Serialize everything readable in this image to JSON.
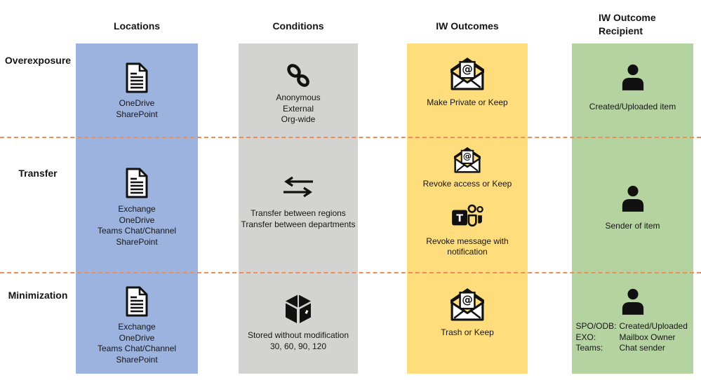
{
  "diagram": {
    "columns": {
      "locations": {
        "label": "Locations",
        "color": "#9DB3DF"
      },
      "conditions": {
        "label": "Conditions",
        "color": "#D3D3D2"
      },
      "iw_outcomes": {
        "label": "IW Outcomes",
        "color": "#FFDD7D"
      },
      "iw_outcome_recipient": {
        "label_line1": "IW Outcome",
        "label_line2": "Recipient",
        "color": "#B4D3A0"
      }
    },
    "rows": {
      "overexposure": {
        "label": "Overexposure"
      },
      "transfer": {
        "label": "Transfer"
      },
      "minimization": {
        "label": "Minimization"
      }
    },
    "divider_color": "#ED8E55",
    "cells": {
      "overexposure": {
        "locations": {
          "icon": "document-icon",
          "line1": "OneDrive",
          "line2": "SharePoint"
        },
        "conditions": {
          "icon": "link-icon",
          "line1": "Anonymous",
          "line2": "External",
          "line3": "Org-wide"
        },
        "outcomes": {
          "icon": "mail-at-icon",
          "label": "Make Private or Keep"
        },
        "recipient": {
          "icon": "person-icon",
          "label": "Created/Uploaded item"
        }
      },
      "transfer": {
        "locations": {
          "icon": "document-icon",
          "line1": "Exchange",
          "line2": "OneDrive",
          "line3": "Teams Chat/Channel",
          "line4": "SharePoint"
        },
        "conditions": {
          "icon": "transfer-arrows-icon",
          "line1": "Transfer between regions",
          "line2": "Transfer between departments"
        },
        "outcomes_a": {
          "icon": "mail-at-icon",
          "label": "Revoke access or Keep"
        },
        "outcomes_b": {
          "icon": "teams-icon",
          "line1": "Revoke message with",
          "line2": "notification"
        },
        "recipient": {
          "icon": "person-icon",
          "label": "Sender of item"
        }
      },
      "minimization": {
        "locations": {
          "icon": "document-icon",
          "line1": "Exchange",
          "line2": "OneDrive",
          "line3": "Teams Chat/Channel",
          "line4": "SharePoint"
        },
        "conditions": {
          "icon": "storage-box-icon",
          "line1": "Stored without modification",
          "line2": "30, 60, 90, 120"
        },
        "outcomes": {
          "icon": "mail-at-icon",
          "label": "Trash or Keep"
        },
        "recipient": {
          "icon": "person-icon",
          "rows": [
            {
              "label": "SPO/ODB:",
              "value": "Created/Uploaded"
            },
            {
              "label": "EXO:",
              "value": "Mailbox Owner"
            },
            {
              "label": "Teams:",
              "value": "Chat sender"
            }
          ]
        }
      }
    }
  }
}
